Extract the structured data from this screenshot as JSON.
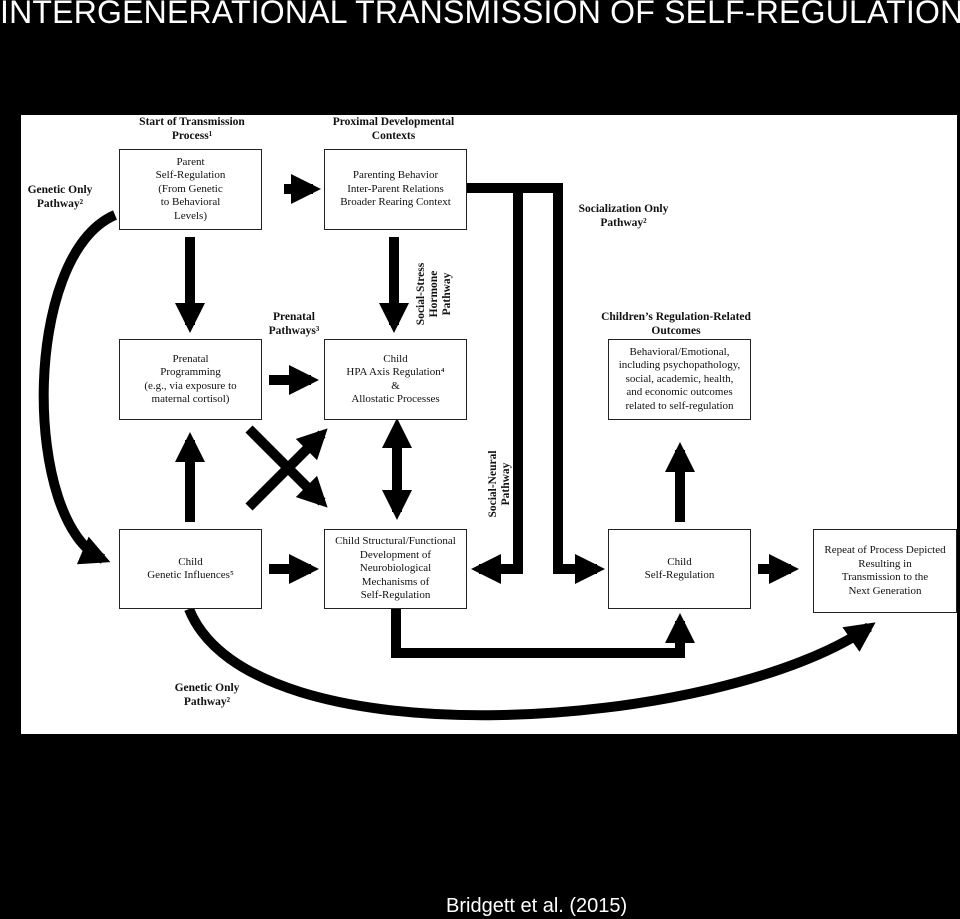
{
  "slide": {
    "title": "INTERGENERATIONAL TRANSMISSION OF SELF-REGULATION",
    "citation": "Bridgett et al. (2015)"
  },
  "diagram": {
    "headers": {
      "start": "Start of Transmission\nProcess¹",
      "proximal": "Proximal Developmental\nContexts",
      "outcomes": "Children’s Regulation-Related\nOutcomes"
    },
    "boxes": {
      "parent": "Parent\nSelf-Regulation\n(From Genetic\nto Behavioral\nLevels)",
      "contexts": "Parenting Behavior\nInter-Parent Relations\nBroader Rearing Context",
      "prenatal": "Prenatal\nProgramming\n(e.g., via exposure to\nmaternal cortisol)",
      "hpa": "Child\nHPA Axis Regulation⁴\n&\nAllostatic Processes",
      "outcomes_box": "Behavioral/Emotional,\nincluding psychopathology,\nsocial, academic, health,\nand economic outcomes\nrelated to self-regulation",
      "genetic": "Child\nGenetic Influences⁵",
      "neuro": "Child Structural/Functional\nDevelopment of\nNeurobiological\nMechanisms of\nSelf-Regulation",
      "child_selfreg": "Child\nSelf-Regulation",
      "repeat": "Repeat of Process Depicted\nResulting in\nTransmission to the\nNext Generation"
    },
    "pathway_labels": {
      "genetic_only_top": "Genetic Only\nPathway²",
      "socialization_only": "Socialization Only\nPathway²",
      "prenatal_pathways": "Prenatal\nPathways³",
      "social_stress": "Social-Stress\nHormone\nPathway",
      "social_neural": "Social-Neural\nPathway",
      "genetic_only_bottom": "Genetic Only\nPathway²"
    }
  }
}
